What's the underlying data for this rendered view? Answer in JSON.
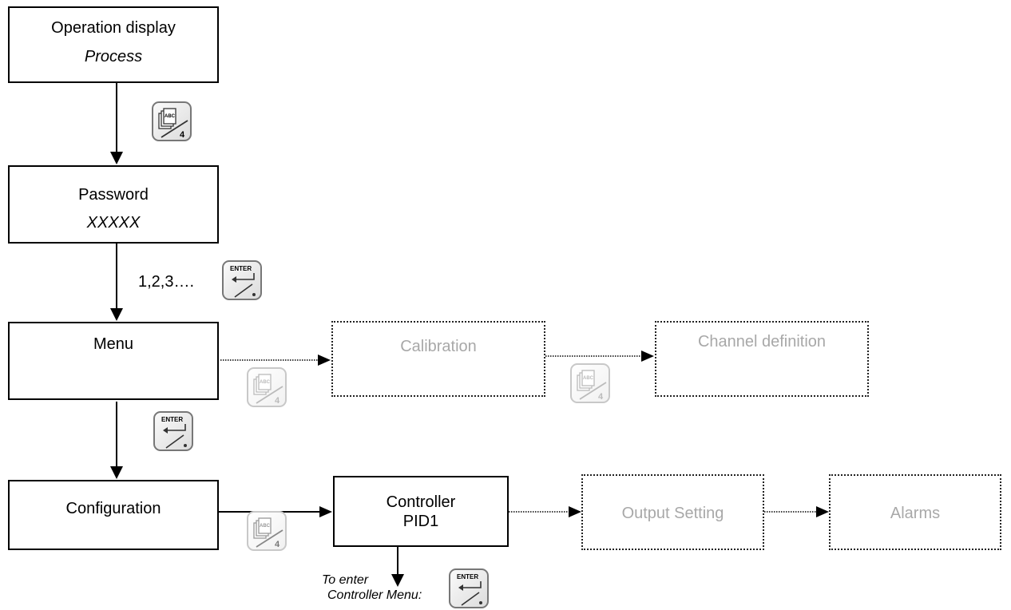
{
  "boxes": {
    "operation_display": {
      "title": "Operation display",
      "subtitle": "Process"
    },
    "password": {
      "title": "Password",
      "subtitle": "XXXXX"
    },
    "menu": {
      "title": "Menu"
    },
    "calibration": {
      "title": "Calibration"
    },
    "channel_definition": {
      "title": "Channel definition"
    },
    "configuration": {
      "title": "Configuration"
    },
    "controller": {
      "title": "Controller",
      "subtitle": "PID1"
    },
    "output_setting": {
      "title": "Output Setting"
    },
    "alarms": {
      "title": "Alarms"
    }
  },
  "keys": {
    "page_label": "ABC",
    "page_number": "4",
    "enter_label": "ENTER"
  },
  "labels": {
    "password_entry": "1,2,3….",
    "to_enter_line1": "To enter",
    "to_enter_line2": "Controller Menu:"
  }
}
